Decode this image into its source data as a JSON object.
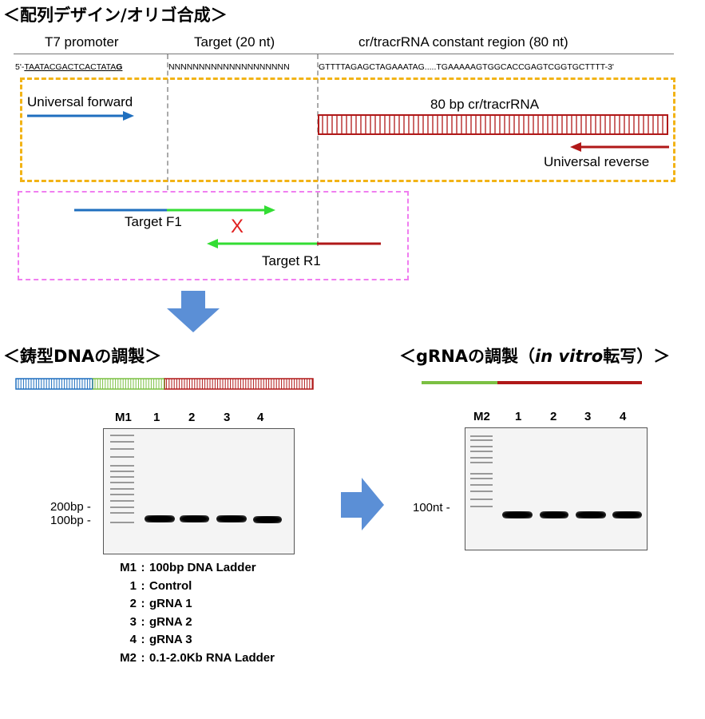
{
  "section1": {
    "title": "＜配列デザイン/オリゴ合成＞",
    "headers": {
      "t7": "T7 promoter",
      "target": "Target (20 nt)",
      "constant": "cr/tracrRNA constant region (80 nt)"
    },
    "seq": {
      "prefix": "5'-",
      "t7_underlined": "TAATACGACTCACTATA",
      "t7_bold": "G",
      "target": "NNNNNNNNNNNNNNNNNNNN",
      "constant": "GTTTTAGAGCTAGAAATAG.....TGAAAAAGTGGCACCGAGTCGGTGCTTTT-3'"
    },
    "universal_forward": "Universal forward",
    "cr_tracr_label": "80 bp cr/tracrRNA",
    "universal_reverse": "Universal reverse",
    "target_f1": "Target F1",
    "target_r1": "Target R1",
    "cross_mark": "X"
  },
  "section2": {
    "title_template": "＜鋳型DNAの調製＞",
    "title_grna_pre": "＜gRNAの調製（",
    "title_grna_italic": "in vitro",
    "title_grna_post": "転写）＞"
  },
  "gel1": {
    "lanes": [
      "M1",
      "1",
      "2",
      "3",
      "4"
    ],
    "marker_labels": [
      "200bp -",
      "100bp -"
    ]
  },
  "gel2": {
    "lanes": [
      "M2",
      "1",
      "2",
      "3",
      "4"
    ],
    "marker_label": "100nt -"
  },
  "legend": [
    {
      "key": "M1",
      "sep": ":",
      "text": "100bp DNA Ladder"
    },
    {
      "key": "1",
      "sep": ":",
      "text": "Control"
    },
    {
      "key": "2",
      "sep": ":",
      "text": "gRNA 1"
    },
    {
      "key": "3",
      "sep": ":",
      "text": "gRNA 2"
    },
    {
      "key": "4",
      "sep": ":",
      "text": "gRNA 3"
    },
    {
      "key": "M2",
      "sep": ":",
      "text": "0.1-2.0Kb RNA Ladder"
    }
  ],
  "colors": {
    "blue": "#1f6fbf",
    "green": "#33dd33",
    "red": "#b01818",
    "orange_box": "#f2b316",
    "pink_box": "#f07ef0",
    "big_arrow": "#5b8fd6"
  }
}
